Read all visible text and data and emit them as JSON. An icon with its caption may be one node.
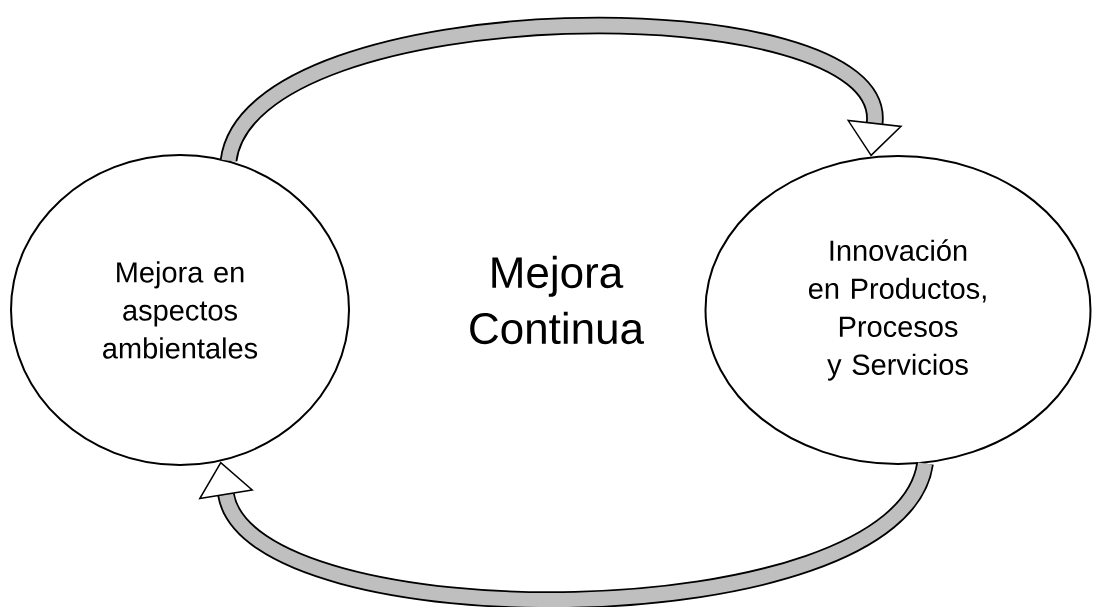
{
  "diagram": {
    "nodes": [
      {
        "text": [
          "Mejora en aspectos ambientales"
        ]
      },
      {
        "text": [
          "Innovación en Productos, Procesos y Servicios"
        ]
      }
    ],
    "edges": [
      {
        "from": 0,
        "to": 1,
        "arrow": "to"
      },
      {
        "from": 1,
        "to": 0,
        "arrow": "to"
      }
    ],
    "labels": [
      "Mejora Continua"
    ]
  }
}
